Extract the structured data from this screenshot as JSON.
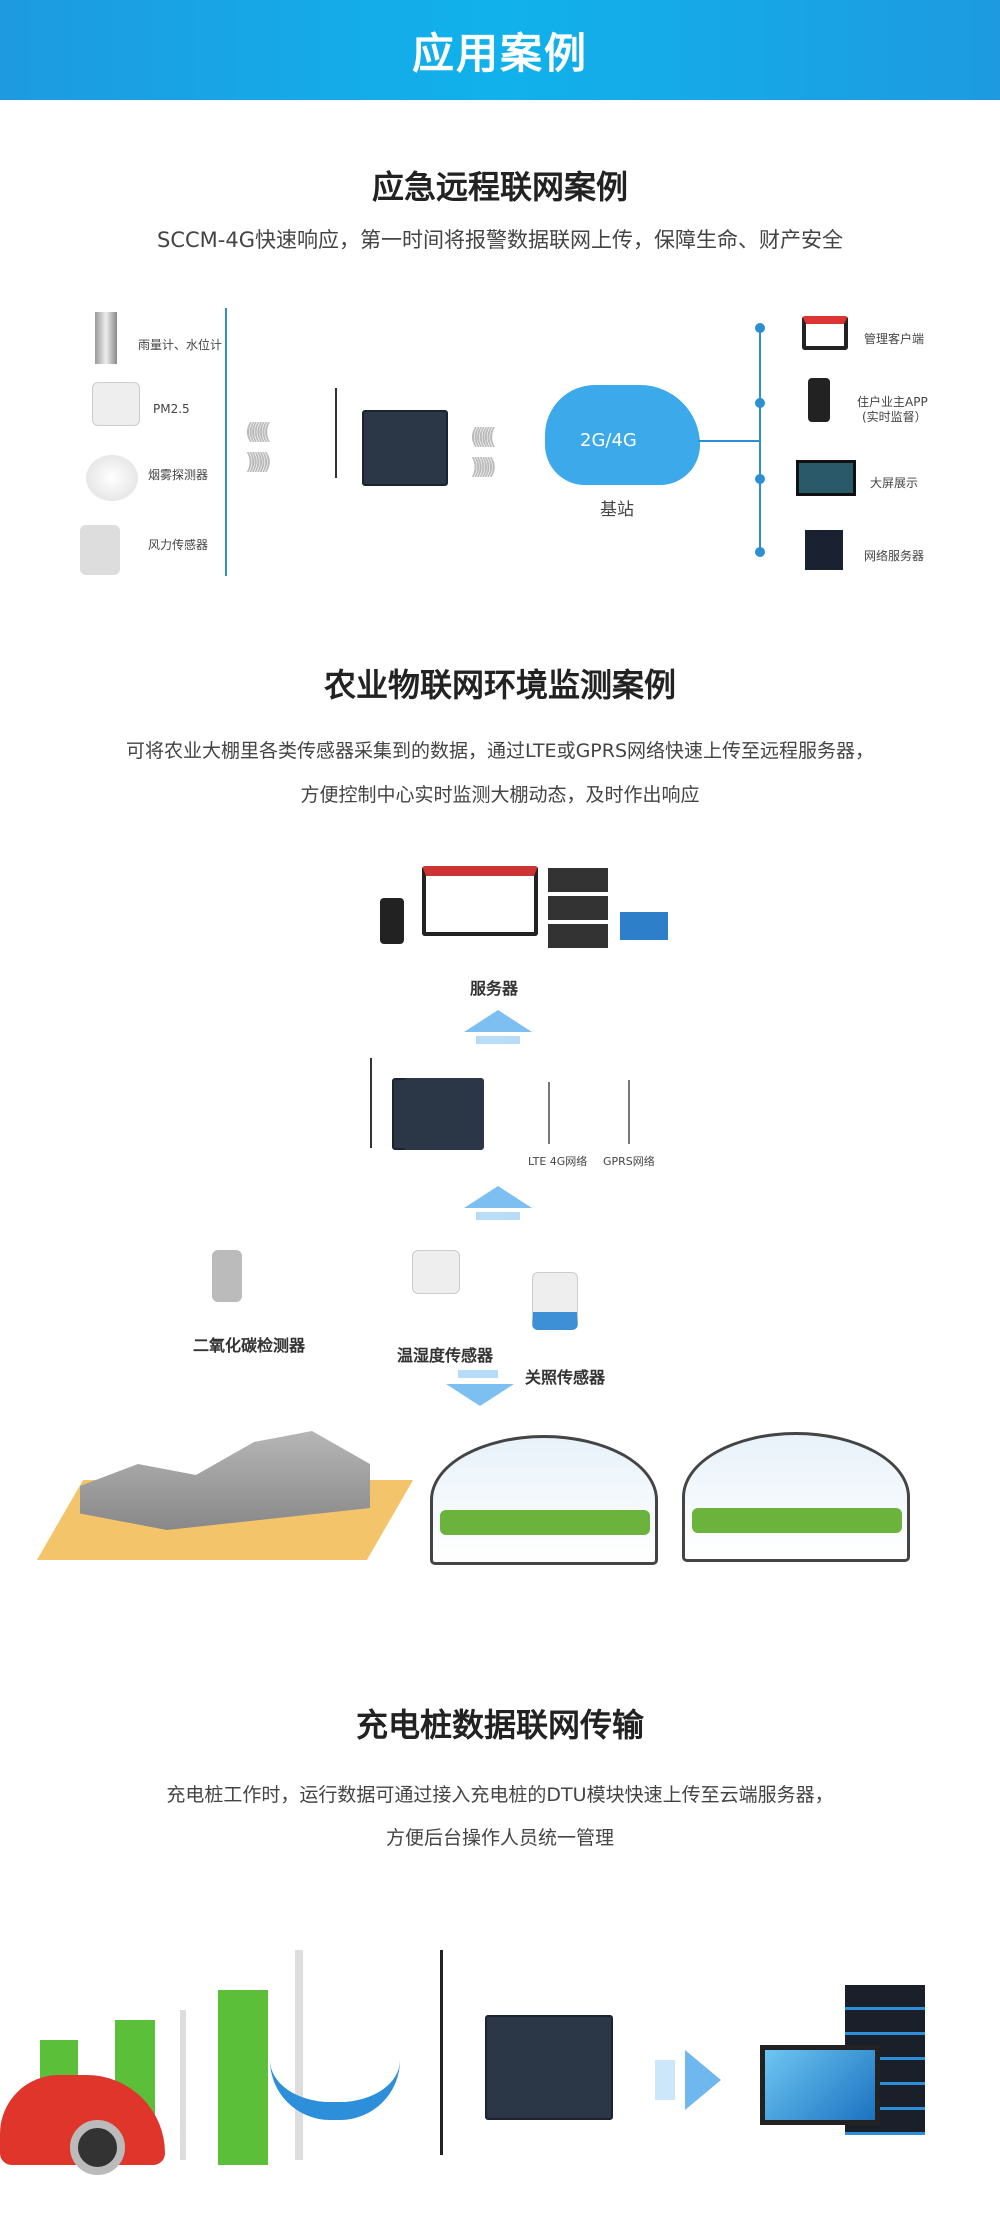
{
  "header": {
    "title": "应用案例"
  },
  "case1": {
    "title": "应急远程联网案例",
    "subtitle": "SCCM-4G快速响应，第一时间将报警数据联网上传，保障生命、财产安全",
    "sensors": [
      "雨量计、水位计",
      "PM2.5",
      "烟雾探测器",
      "风力传感器"
    ],
    "cloud_label": "2G/4G",
    "station_label": "基站",
    "clients": [
      "管理客户端",
      "住户业主APP",
      "(实时监督）",
      "大屏展示",
      "网络服务器"
    ]
  },
  "case2": {
    "title": "农业物联网环境监测案例",
    "line1": "可将农业大棚里各类传感器采集到的数据，通过LTE或GPRS网络快速上传至远程服务器，",
    "line2": "方便控制中心实时监测大棚动态，及时作出响应",
    "server_label": "服务器",
    "net1": "LTE 4G网络",
    "net2": "GPRS网络",
    "sensors": [
      "二氧化碳检测器",
      "温湿度传感器",
      "关照传感器"
    ]
  },
  "case3": {
    "title": "充电桩数据联网传输",
    "line1": "充电桩工作时，运行数据可通过接入充电桩的DTU模块快速上传至云端服务器，",
    "line2": "方便后台操作人员统一管理"
  },
  "colors": {
    "accent": "#1d9ae0",
    "line": "#2c8fd1"
  }
}
